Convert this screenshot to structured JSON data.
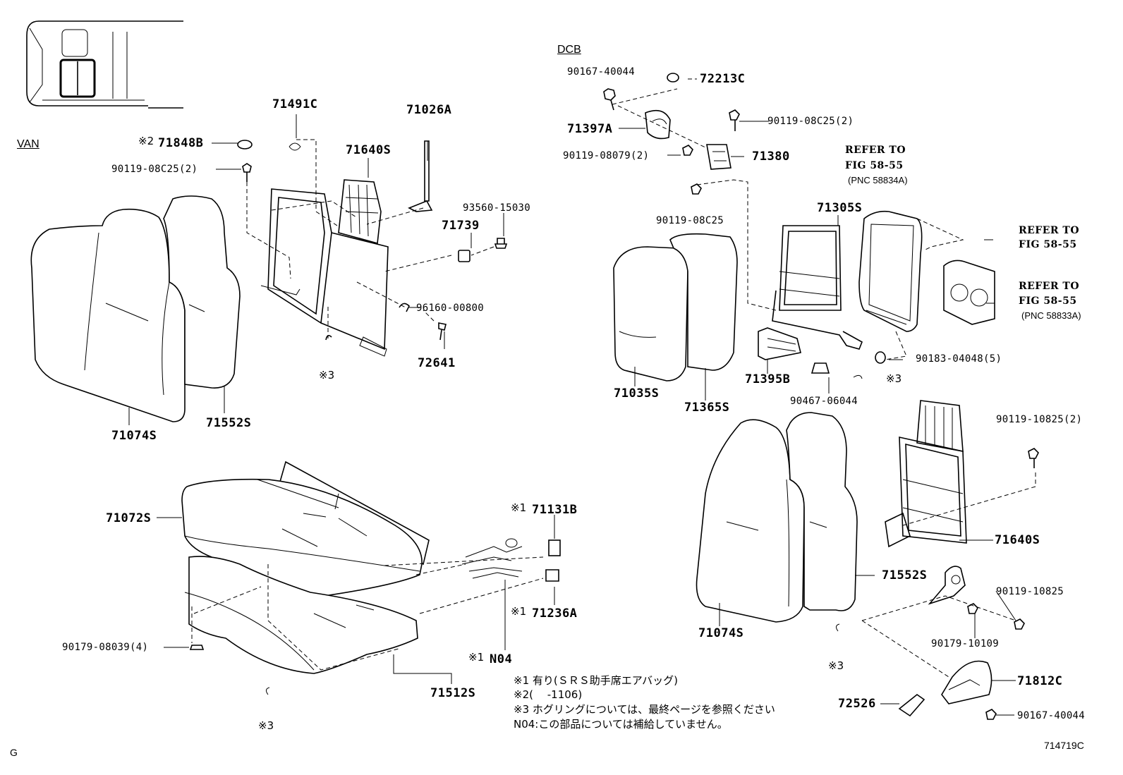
{
  "sections": {
    "van": "VAN",
    "dcb": "DCB"
  },
  "van_parts": {
    "p71848b_mark": "※2",
    "p71848b": "71848B",
    "p90119_08c25_2": "90119-08C25(2)",
    "p71491c": "71491C",
    "p71026a": "71026A",
    "p71640s": "71640S",
    "p93560_15030": "93560-15030",
    "p71739": "71739",
    "p96160_00800": "96160-00800",
    "p72641": "72641",
    "mark3": "※3",
    "p71074s": "71074S",
    "p71552s": "71552S"
  },
  "seat_parts": {
    "p71072s": "71072S",
    "p71131b_mark": "※1",
    "p71131b": "71131B",
    "p71236a_mark": "※1",
    "p71236a": "71236A",
    "pn04_mark": "※1",
    "pn04": "N04",
    "p90179_08039_4": "90179-08039(4)",
    "p71512s": "71512S",
    "mark3": "※3"
  },
  "dcb_parts": {
    "p90167_40044_top": "90167-40044",
    "p72213c": "72213C",
    "p71397a": "71397A",
    "p90119_08c25_2": "90119-08C25(2)",
    "p90119_08079_2": "90119-08079(2)",
    "p71380": "71380",
    "p90119_08c25": "90119-08C25",
    "refer1_a": "REFER TO",
    "refer1_b": "FIG 58-55",
    "refer1_c": "(PNC 58834A)",
    "p71305s": "71305S",
    "refer2_a": "REFER TO",
    "refer2_b": "FIG 58-55",
    "refer3_a": "REFER TO",
    "refer3_b": "FIG 58-55",
    "refer3_c": "(PNC 58833A)",
    "p90183_04048_5": "90183-04048(5)",
    "p71035s": "71035S",
    "p71365s": "71365S",
    "p71395b": "71395B",
    "p90467_06044": "90467-06044",
    "mark3_a": "※3",
    "p90119_10825_2": "90119-10825(2)",
    "p71640s": "71640S",
    "p71552s": "71552S",
    "p90119_10825": "90119-10825",
    "p71074s": "71074S",
    "p90179_10109": "90179-10109",
    "mark3_b": "※3",
    "p71812c": "71812C",
    "p72526": "72526",
    "p90167_40044_bot": "90167-40044"
  },
  "notes": {
    "n1": "※1 有り(ＳＲＳ助手席エアバッグ)",
    "n2": "※2(　 -1106)",
    "n3": "※3 ホグリングについては、最終ページを参照ください",
    "n4": "N04:この部品については補給していません。"
  },
  "footer": {
    "left": "G",
    "right": "714719C"
  }
}
